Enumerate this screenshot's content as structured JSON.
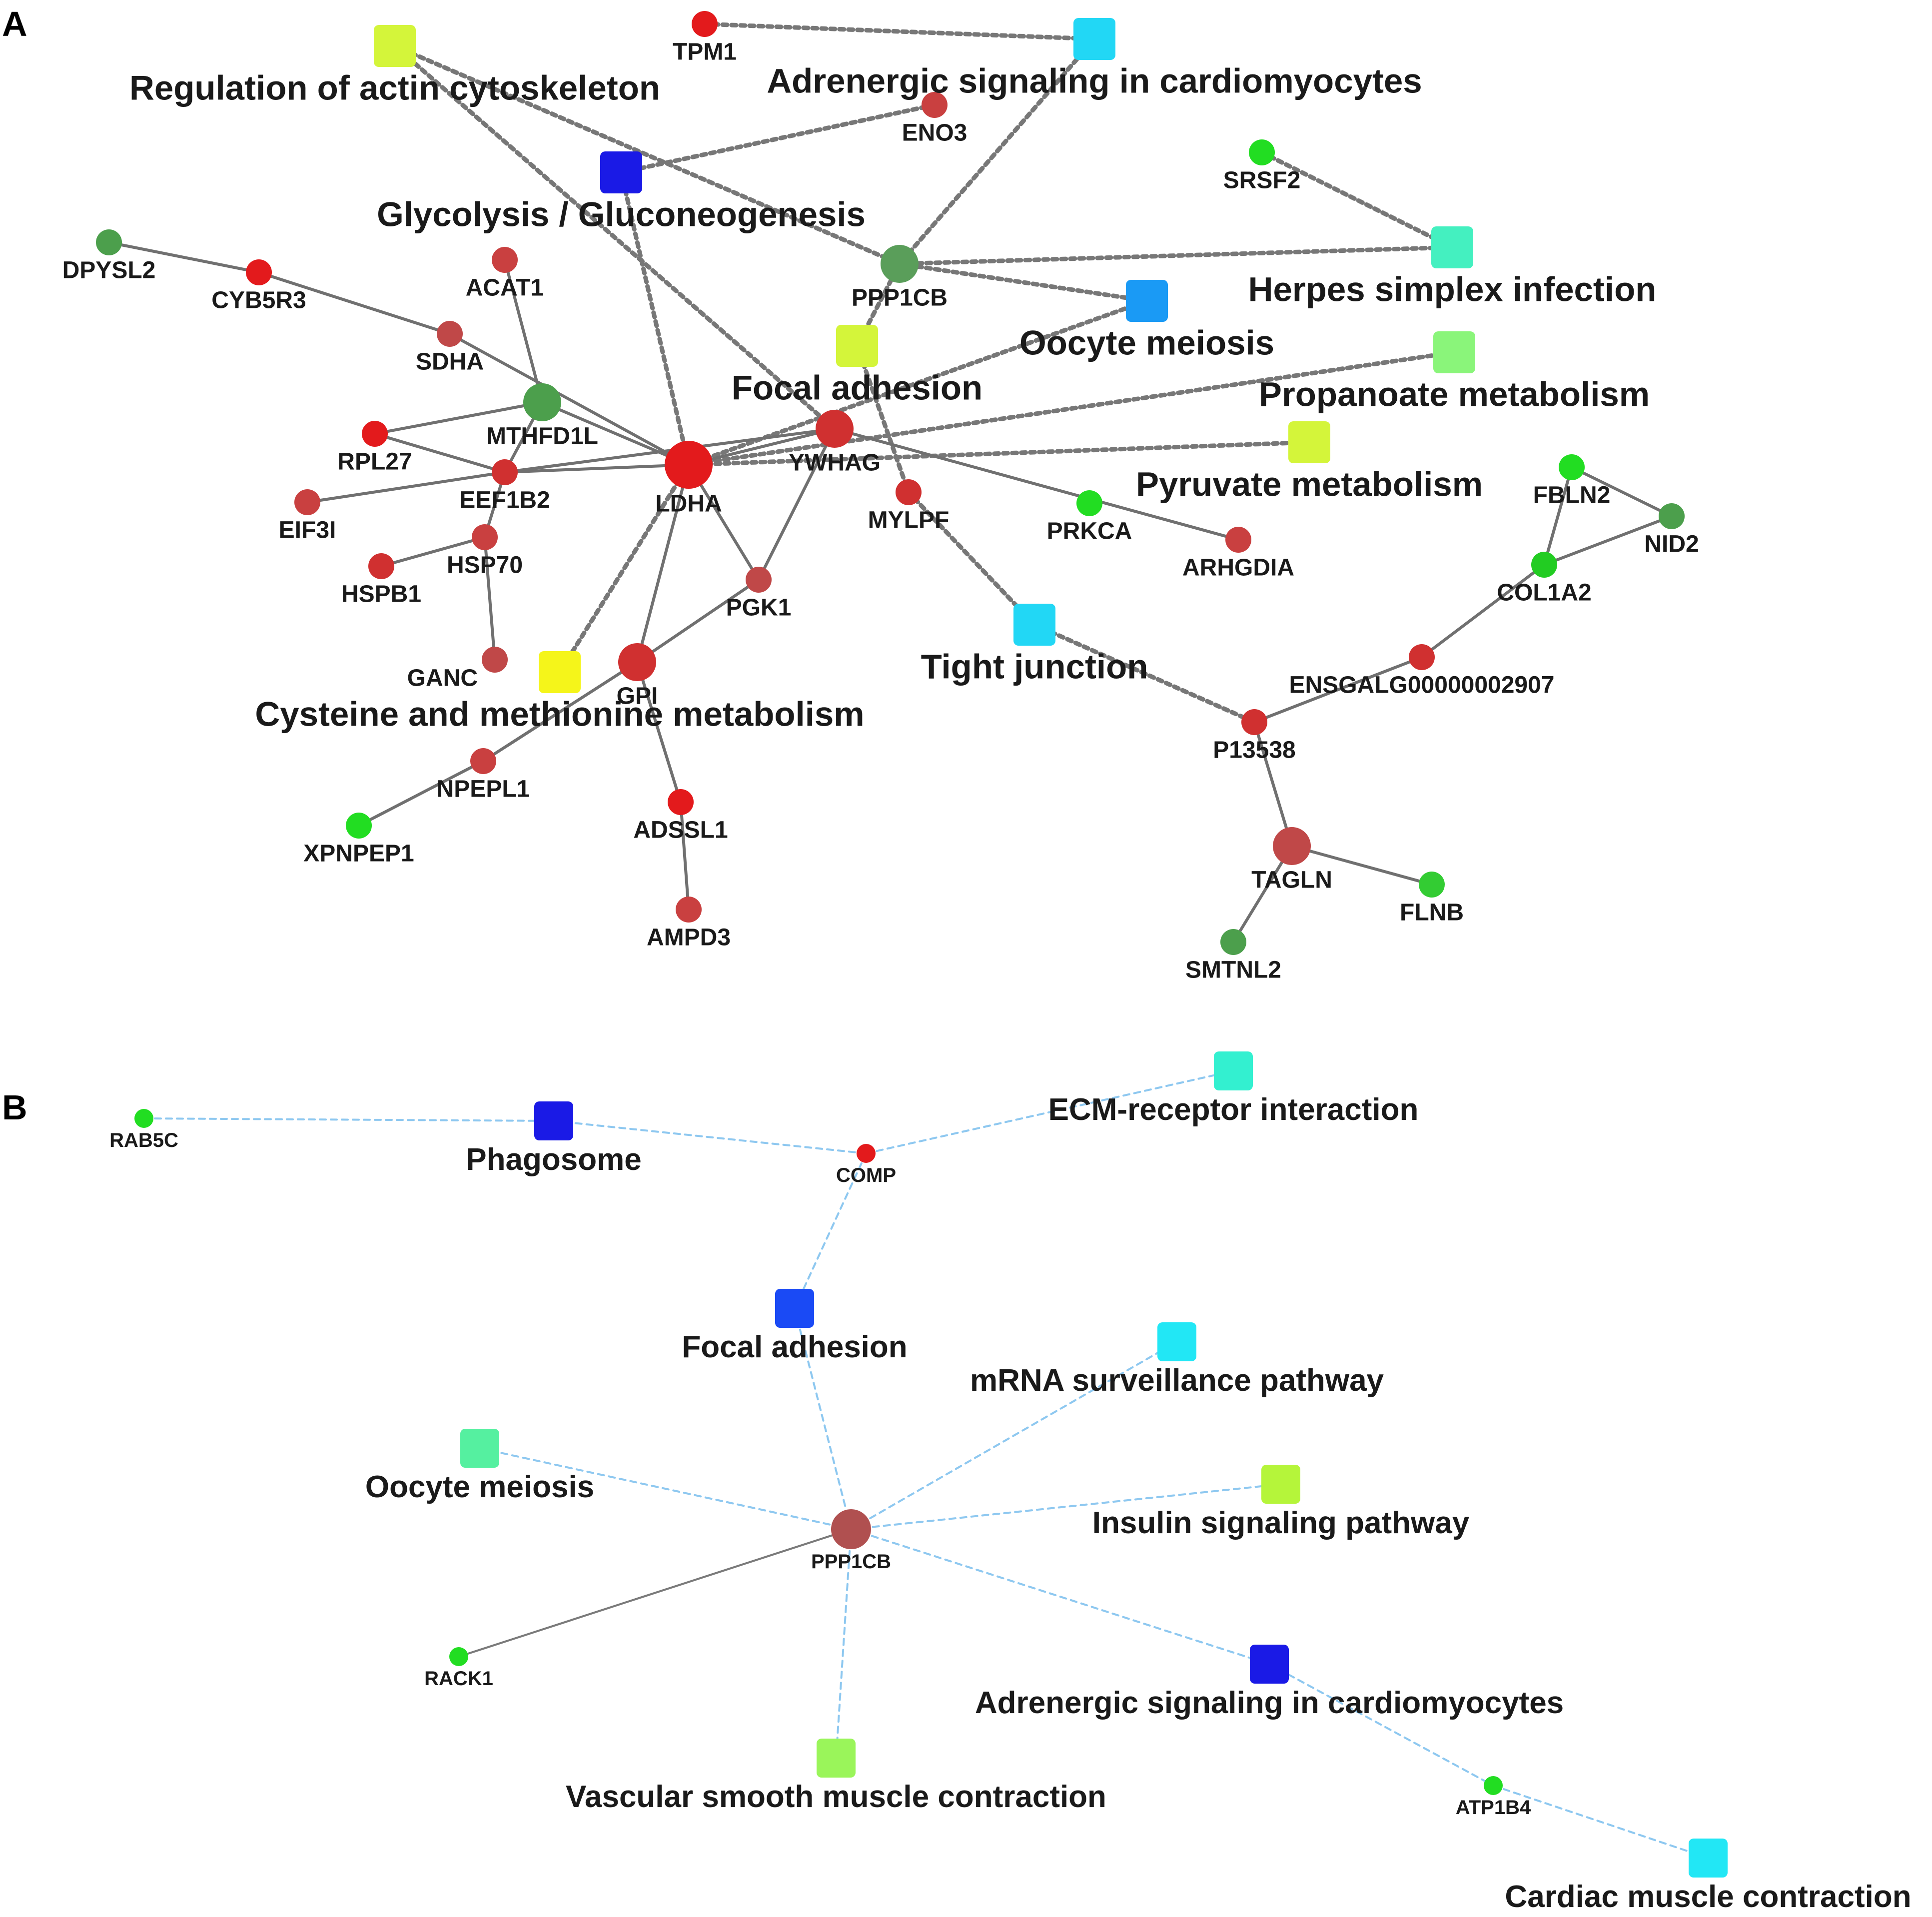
{
  "panels": [
    {
      "letter": "A",
      "node_label_style": "large",
      "nodes": [
        {
          "id": "TPM1",
          "label": "TPM1",
          "kind": "gene",
          "color": "#e31a1c",
          "size": "small"
        },
        {
          "id": "ENO3",
          "label": "ENO3",
          "kind": "gene",
          "color": "#c94040",
          "size": "small"
        },
        {
          "id": "SRSF2",
          "label": "SRSF2",
          "kind": "gene",
          "color": "#22dd22",
          "size": "small"
        },
        {
          "id": "DPYSL2",
          "label": "DPYSL2",
          "kind": "gene",
          "color": "#4c9f4c",
          "size": "small"
        },
        {
          "id": "CYB5R3",
          "label": "CYB5R3",
          "kind": "gene",
          "color": "#e31a1c",
          "size": "small"
        },
        {
          "id": "ACAT1",
          "label": "ACAT1",
          "kind": "gene",
          "color": "#c94040",
          "size": "small"
        },
        {
          "id": "PPP1CB_A",
          "label": "PPP1CB",
          "kind": "gene",
          "color": "#5a9e5a",
          "size": "medium"
        },
        {
          "id": "SDHA",
          "label": "SDHA",
          "kind": "gene",
          "color": "#c04848",
          "size": "small"
        },
        {
          "id": "MTHFD1L",
          "label": "MTHFD1L",
          "kind": "gene",
          "color": "#4c9f4c",
          "size": "medium"
        },
        {
          "id": "RPL27",
          "label": "RPL27",
          "kind": "gene",
          "color": "#e31a1c",
          "size": "small"
        },
        {
          "id": "EEF1B2",
          "label": "EEF1B2",
          "kind": "gene",
          "color": "#d03030",
          "size": "small"
        },
        {
          "id": "LDHA",
          "label": "LDHA",
          "kind": "gene",
          "color": "#e31a1c",
          "size": "large"
        },
        {
          "id": "YWHAG",
          "label": "YWHAG",
          "kind": "gene",
          "color": "#d03030",
          "size": "medium"
        },
        {
          "id": "EIF3I",
          "label": "EIF3I",
          "kind": "gene",
          "color": "#c94040",
          "size": "small"
        },
        {
          "id": "HSP70",
          "label": "HSP70",
          "kind": "gene",
          "color": "#c94040",
          "size": "small"
        },
        {
          "id": "HSPB1",
          "label": "HSPB1",
          "kind": "gene",
          "color": "#d03030",
          "size": "small"
        },
        {
          "id": "MYLPF",
          "label": "MYLPF",
          "kind": "gene",
          "color": "#d03030",
          "size": "small"
        },
        {
          "id": "PRKCA",
          "label": "PRKCA",
          "kind": "gene",
          "color": "#22dd22",
          "size": "small"
        },
        {
          "id": "ARHGDIA",
          "label": "ARHGDIA",
          "kind": "gene",
          "color": "#c94040",
          "size": "small"
        },
        {
          "id": "FBLN2",
          "label": "FBLN2",
          "kind": "gene",
          "color": "#22dd22",
          "size": "small"
        },
        {
          "id": "NID2",
          "label": "NID2",
          "kind": "gene",
          "color": "#4c9f4c",
          "size": "small"
        },
        {
          "id": "COL1A2",
          "label": "COL1A2",
          "kind": "gene",
          "color": "#22cc22",
          "size": "small"
        },
        {
          "id": "PGK1",
          "label": "PGK1",
          "kind": "gene",
          "color": "#c04848",
          "size": "small"
        },
        {
          "id": "GANC",
          "label": "GANC",
          "kind": "gene",
          "color": "#c04848",
          "size": "small"
        },
        {
          "id": "GPI",
          "label": "GPI",
          "kind": "gene",
          "color": "#d03030",
          "size": "medium"
        },
        {
          "id": "ENSGALG",
          "label": "ENSGALG00000002907",
          "kind": "gene",
          "color": "#d03030",
          "size": "small"
        },
        {
          "id": "P13538",
          "label": "P13538",
          "kind": "gene",
          "color": "#d03030",
          "size": "small"
        },
        {
          "id": "NPEPL1",
          "label": "NPEPL1",
          "kind": "gene",
          "color": "#c94040",
          "size": "small"
        },
        {
          "id": "XPNPEP1",
          "label": "XPNPEP1",
          "kind": "gene",
          "color": "#22dd22",
          "size": "small"
        },
        {
          "id": "ADSSL1",
          "label": "ADSSL1",
          "kind": "gene",
          "color": "#e31a1c",
          "size": "small"
        },
        {
          "id": "AMPD3",
          "label": "AMPD3",
          "kind": "gene",
          "color": "#c94040",
          "size": "small"
        },
        {
          "id": "TAGLN",
          "label": "TAGLN",
          "kind": "gene",
          "color": "#c04848",
          "size": "medium"
        },
        {
          "id": "FLNB",
          "label": "FLNB",
          "kind": "gene",
          "color": "#33cc33",
          "size": "small"
        },
        {
          "id": "SMTNL2",
          "label": "SMTNL2",
          "kind": "gene",
          "color": "#4c9f4c",
          "size": "small"
        },
        {
          "id": "P_ACTIN",
          "label": "Regulation of actin cytoskeleton",
          "kind": "pathway",
          "color": "#d4f53a"
        },
        {
          "id": "P_ADREN_A",
          "label": "Adrenergic signaling in cardiomyocytes",
          "kind": "pathway",
          "color": "#22d7f5"
        },
        {
          "id": "P_GLYCO",
          "label": "Glycolysis / Gluconeogenesis",
          "kind": "pathway",
          "color": "#1a1ae6"
        },
        {
          "id": "P_HERPES",
          "label": "Herpes simplex infection",
          "kind": "pathway",
          "color": "#44f0c0"
        },
        {
          "id": "P_OOCYTE_A",
          "label": "Oocyte meiosis",
          "kind": "pathway",
          "color": "#1a9af5"
        },
        {
          "id": "P_FOCAL_A",
          "label": "Focal adhesion",
          "kind": "pathway",
          "color": "#d4f53a"
        },
        {
          "id": "P_PROPANOATE",
          "label": "Propanoate metabolism",
          "kind": "pathway",
          "color": "#8af57a"
        },
        {
          "id": "P_PYRUVATE",
          "label": "Pyruvate metabolism",
          "kind": "pathway",
          "color": "#d4f53a"
        },
        {
          "id": "P_TIGHT",
          "label": "Tight junction",
          "kind": "pathway",
          "color": "#22d7f5"
        },
        {
          "id": "P_CYSTEINE",
          "label": "Cysteine and methionine metabolism",
          "kind": "pathway",
          "color": "#f5f51a"
        }
      ],
      "edges": [
        {
          "source": "TPM1",
          "target": "P_ADREN_A",
          "type": "pathway"
        },
        {
          "source": "P_ACTIN",
          "target": "PPP1CB_A",
          "type": "pathway"
        },
        {
          "source": "P_ACTIN",
          "target": "YWHAG",
          "type": "pathway"
        },
        {
          "source": "ENO3",
          "target": "P_GLYCO",
          "type": "pathway"
        },
        {
          "source": "P_GLYCO",
          "target": "LDHA",
          "type": "pathway"
        },
        {
          "source": "P_ADREN_A",
          "target": "PPP1CB_A",
          "type": "pathway"
        },
        {
          "source": "SRSF2",
          "target": "P_HERPES",
          "type": "pathway"
        },
        {
          "source": "PPP1CB_A",
          "target": "P_HERPES",
          "type": "pathway"
        },
        {
          "source": "PPP1CB_A",
          "target": "P_OOCYTE_A",
          "type": "pathway"
        },
        {
          "source": "PPP1CB_A",
          "target": "P_FOCAL_A",
          "type": "pathway"
        },
        {
          "source": "P_FOCAL_A",
          "target": "MYLPF",
          "type": "pathway"
        },
        {
          "source": "LDHA",
          "target": "P_PROPANOATE",
          "type": "pathway"
        },
        {
          "source": "LDHA",
          "target": "P_PYRUVATE",
          "type": "pathway"
        },
        {
          "source": "LDHA",
          "target": "P_OOCYTE_A",
          "type": "pathway"
        },
        {
          "source": "LDHA",
          "target": "P_CYSTEINE",
          "type": "pathway"
        },
        {
          "source": "MYLPF",
          "target": "P_TIGHT",
          "type": "pathway"
        },
        {
          "source": "P_TIGHT",
          "target": "P13538",
          "type": "pathway"
        },
        {
          "source": "DPYSL2",
          "target": "CYB5R3",
          "type": "interaction"
        },
        {
          "source": "CYB5R3",
          "target": "SDHA",
          "type": "interaction"
        },
        {
          "source": "SDHA",
          "target": "LDHA",
          "type": "interaction"
        },
        {
          "source": "ACAT1",
          "target": "MTHFD1L",
          "type": "interaction"
        },
        {
          "source": "MTHFD1L",
          "target": "LDHA",
          "type": "interaction"
        },
        {
          "source": "RPL27",
          "target": "MTHFD1L",
          "type": "interaction"
        },
        {
          "source": "RPL27",
          "target": "EEF1B2",
          "type": "interaction"
        },
        {
          "source": "MTHFD1L",
          "target": "EEF1B2",
          "type": "interaction"
        },
        {
          "source": "EEF1B2",
          "target": "EIF3I",
          "type": "interaction"
        },
        {
          "source": "EEF1B2",
          "target": "LDHA",
          "type": "interaction"
        },
        {
          "source": "EEF1B2",
          "target": "YWHAG",
          "type": "interaction"
        },
        {
          "source": "LDHA",
          "target": "YWHAG",
          "type": "interaction"
        },
        {
          "source": "EEF1B2",
          "target": "HSP70",
          "type": "interaction"
        },
        {
          "source": "HSPB1",
          "target": "HSP70",
          "type": "interaction"
        },
        {
          "source": "HSP70",
          "target": "GANC",
          "type": "interaction"
        },
        {
          "source": "LDHA",
          "target": "PGK1",
          "type": "interaction"
        },
        {
          "source": "LDHA",
          "target": "GPI",
          "type": "interaction"
        },
        {
          "source": "YWHAG",
          "target": "PGK1",
          "type": "interaction"
        },
        {
          "source": "YWHAG",
          "target": "ARHGDIA",
          "type": "interaction"
        },
        {
          "source": "PGK1",
          "target": "GPI",
          "type": "interaction"
        },
        {
          "source": "GPI",
          "target": "NPEPL1",
          "type": "interaction"
        },
        {
          "source": "GPI",
          "target": "ADSSL1",
          "type": "interaction"
        },
        {
          "source": "NPEPL1",
          "target": "XPNPEP1",
          "type": "interaction"
        },
        {
          "source": "ADSSL1",
          "target": "AMPD3",
          "type": "interaction"
        },
        {
          "source": "FBLN2",
          "target": "NID2",
          "type": "interaction"
        },
        {
          "source": "FBLN2",
          "target": "COL1A2",
          "type": "interaction"
        },
        {
          "source": "NID2",
          "target": "COL1A2",
          "type": "interaction"
        },
        {
          "source": "COL1A2",
          "target": "ENSGALG",
          "type": "interaction"
        },
        {
          "source": "ENSGALG",
          "target": "P13538",
          "type": "interaction"
        },
        {
          "source": "P13538",
          "target": "TAGLN",
          "type": "interaction"
        },
        {
          "source": "TAGLN",
          "target": "FLNB",
          "type": "interaction"
        },
        {
          "source": "TAGLN",
          "target": "SMTNL2",
          "type": "interaction"
        }
      ]
    },
    {
      "letter": "B",
      "node_label_style": "small",
      "nodes": [
        {
          "id": "RAB5C",
          "label": "RAB5C",
          "kind": "gene",
          "color": "#22dd22",
          "size": "small"
        },
        {
          "id": "COMP",
          "label": "COMP",
          "kind": "gene",
          "color": "#e31a1c",
          "size": "small"
        },
        {
          "id": "PPP1CB_B",
          "label": "PPP1CB",
          "kind": "gene",
          "color": "#b05050",
          "size": "large"
        },
        {
          "id": "RACK1",
          "label": "RACK1",
          "kind": "gene",
          "color": "#22dd22",
          "size": "small"
        },
        {
          "id": "ATP1B4",
          "label": "ATP1B4",
          "kind": "gene",
          "color": "#22dd22",
          "size": "small"
        },
        {
          "id": "P_PHAGO",
          "label": "Phagosome",
          "kind": "pathway",
          "color": "#1a1ae6"
        },
        {
          "id": "P_ECM",
          "label": "ECM-receptor interaction",
          "kind": "pathway",
          "color": "#33f0d0"
        },
        {
          "id": "P_FOCAL_B",
          "label": "Focal adhesion",
          "kind": "pathway",
          "color": "#1a4af5"
        },
        {
          "id": "P_MRNA",
          "label": "mRNA surveillance pathway",
          "kind": "pathway",
          "color": "#22e7f5"
        },
        {
          "id": "P_OOCYTE_B",
          "label": "Oocyte meiosis",
          "kind": "pathway",
          "color": "#55f0a0"
        },
        {
          "id": "P_INSULIN",
          "label": "Insulin signaling pathway",
          "kind": "pathway",
          "color": "#b5f53a"
        },
        {
          "id": "P_ADREN_B",
          "label": "Adrenergic signaling in cardiomyocytes",
          "kind": "pathway",
          "color": "#1a1ae6"
        },
        {
          "id": "P_VASC",
          "label": "Vascular smooth muscle contraction",
          "kind": "pathway",
          "color": "#9af55a"
        },
        {
          "id": "P_CARDIAC",
          "label": "Cardiac muscle contraction",
          "kind": "pathway",
          "color": "#22e7f5"
        }
      ],
      "edges": [
        {
          "source": "RAB5C",
          "target": "P_PHAGO",
          "type": "pathway"
        },
        {
          "source": "P_PHAGO",
          "target": "COMP",
          "type": "pathway"
        },
        {
          "source": "COMP",
          "target": "P_ECM",
          "type": "pathway"
        },
        {
          "source": "COMP",
          "target": "P_FOCAL_B",
          "type": "pathway"
        },
        {
          "source": "P_FOCAL_B",
          "target": "PPP1CB_B",
          "type": "pathway"
        },
        {
          "source": "PPP1CB_B",
          "target": "P_MRNA",
          "type": "pathway"
        },
        {
          "source": "PPP1CB_B",
          "target": "P_OOCYTE_B",
          "type": "pathway"
        },
        {
          "source": "PPP1CB_B",
          "target": "P_INSULIN",
          "type": "pathway"
        },
        {
          "source": "PPP1CB_B",
          "target": "P_ADREN_B",
          "type": "pathway"
        },
        {
          "source": "PPP1CB_B",
          "target": "P_VASC",
          "type": "pathway"
        },
        {
          "source": "PPP1CB_B",
          "target": "RACK1",
          "type": "interaction"
        },
        {
          "source": "P_ADREN_B",
          "target": "ATP1B4",
          "type": "pathway"
        },
        {
          "source": "ATP1B4",
          "target": "P_CARDIAC",
          "type": "pathway"
        }
      ]
    }
  ]
}
